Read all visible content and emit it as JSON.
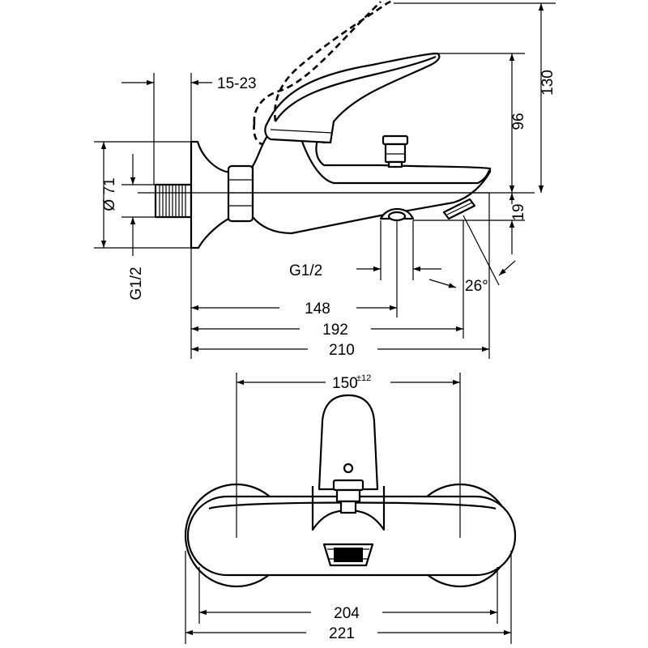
{
  "side_view": {
    "dim_wall_offset": "15-23",
    "dim_flange_dia": "Ø 71",
    "dim_inlet_thread": "G1/2",
    "dim_outlet_thread": "G1/2",
    "dim_height_total": "130",
    "dim_height_lever": "96",
    "dim_spout_drop": "19",
    "dim_spout_angle": "26°",
    "dim_outlet_dist": "148",
    "dim_spout_dist": "192",
    "dim_total_depth": "210"
  },
  "front_view": {
    "dim_centers": "150",
    "dim_centers_tol": "±12",
    "dim_body_width": "204",
    "dim_total_width": "221"
  }
}
